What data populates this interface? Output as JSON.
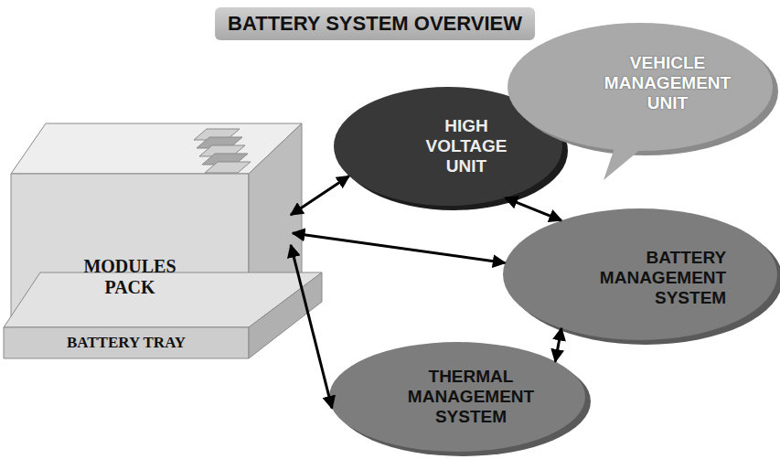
{
  "diagram": {
    "title": "BATTERY SYSTEM OVERVIEW",
    "nodes": [
      {
        "text": [
          "MODULES PACK"
        ]
      },
      {
        "text": [
          "BATTERY TRAY"
        ]
      },
      {
        "text": [
          "HIGH VOLTAGE UNIT"
        ]
      },
      {
        "text": [
          "VEHICLE MANAGEMENT UNIT"
        ]
      },
      {
        "text": [
          "BATTERY MANAGEMENT SYSTEM"
        ]
      },
      {
        "text": [
          "THERMAL MANAGEMENT SYSTEM"
        ]
      }
    ],
    "edges": [
      {
        "from": 0,
        "to": 2,
        "arrow": "both"
      },
      {
        "from": 2,
        "to": 4,
        "arrow": "both"
      },
      {
        "from": 0,
        "to": 4,
        "arrow": "both"
      },
      {
        "from": 0,
        "to": 5,
        "arrow": "both"
      },
      {
        "from": 4,
        "to": 5,
        "arrow": "both"
      }
    ]
  }
}
